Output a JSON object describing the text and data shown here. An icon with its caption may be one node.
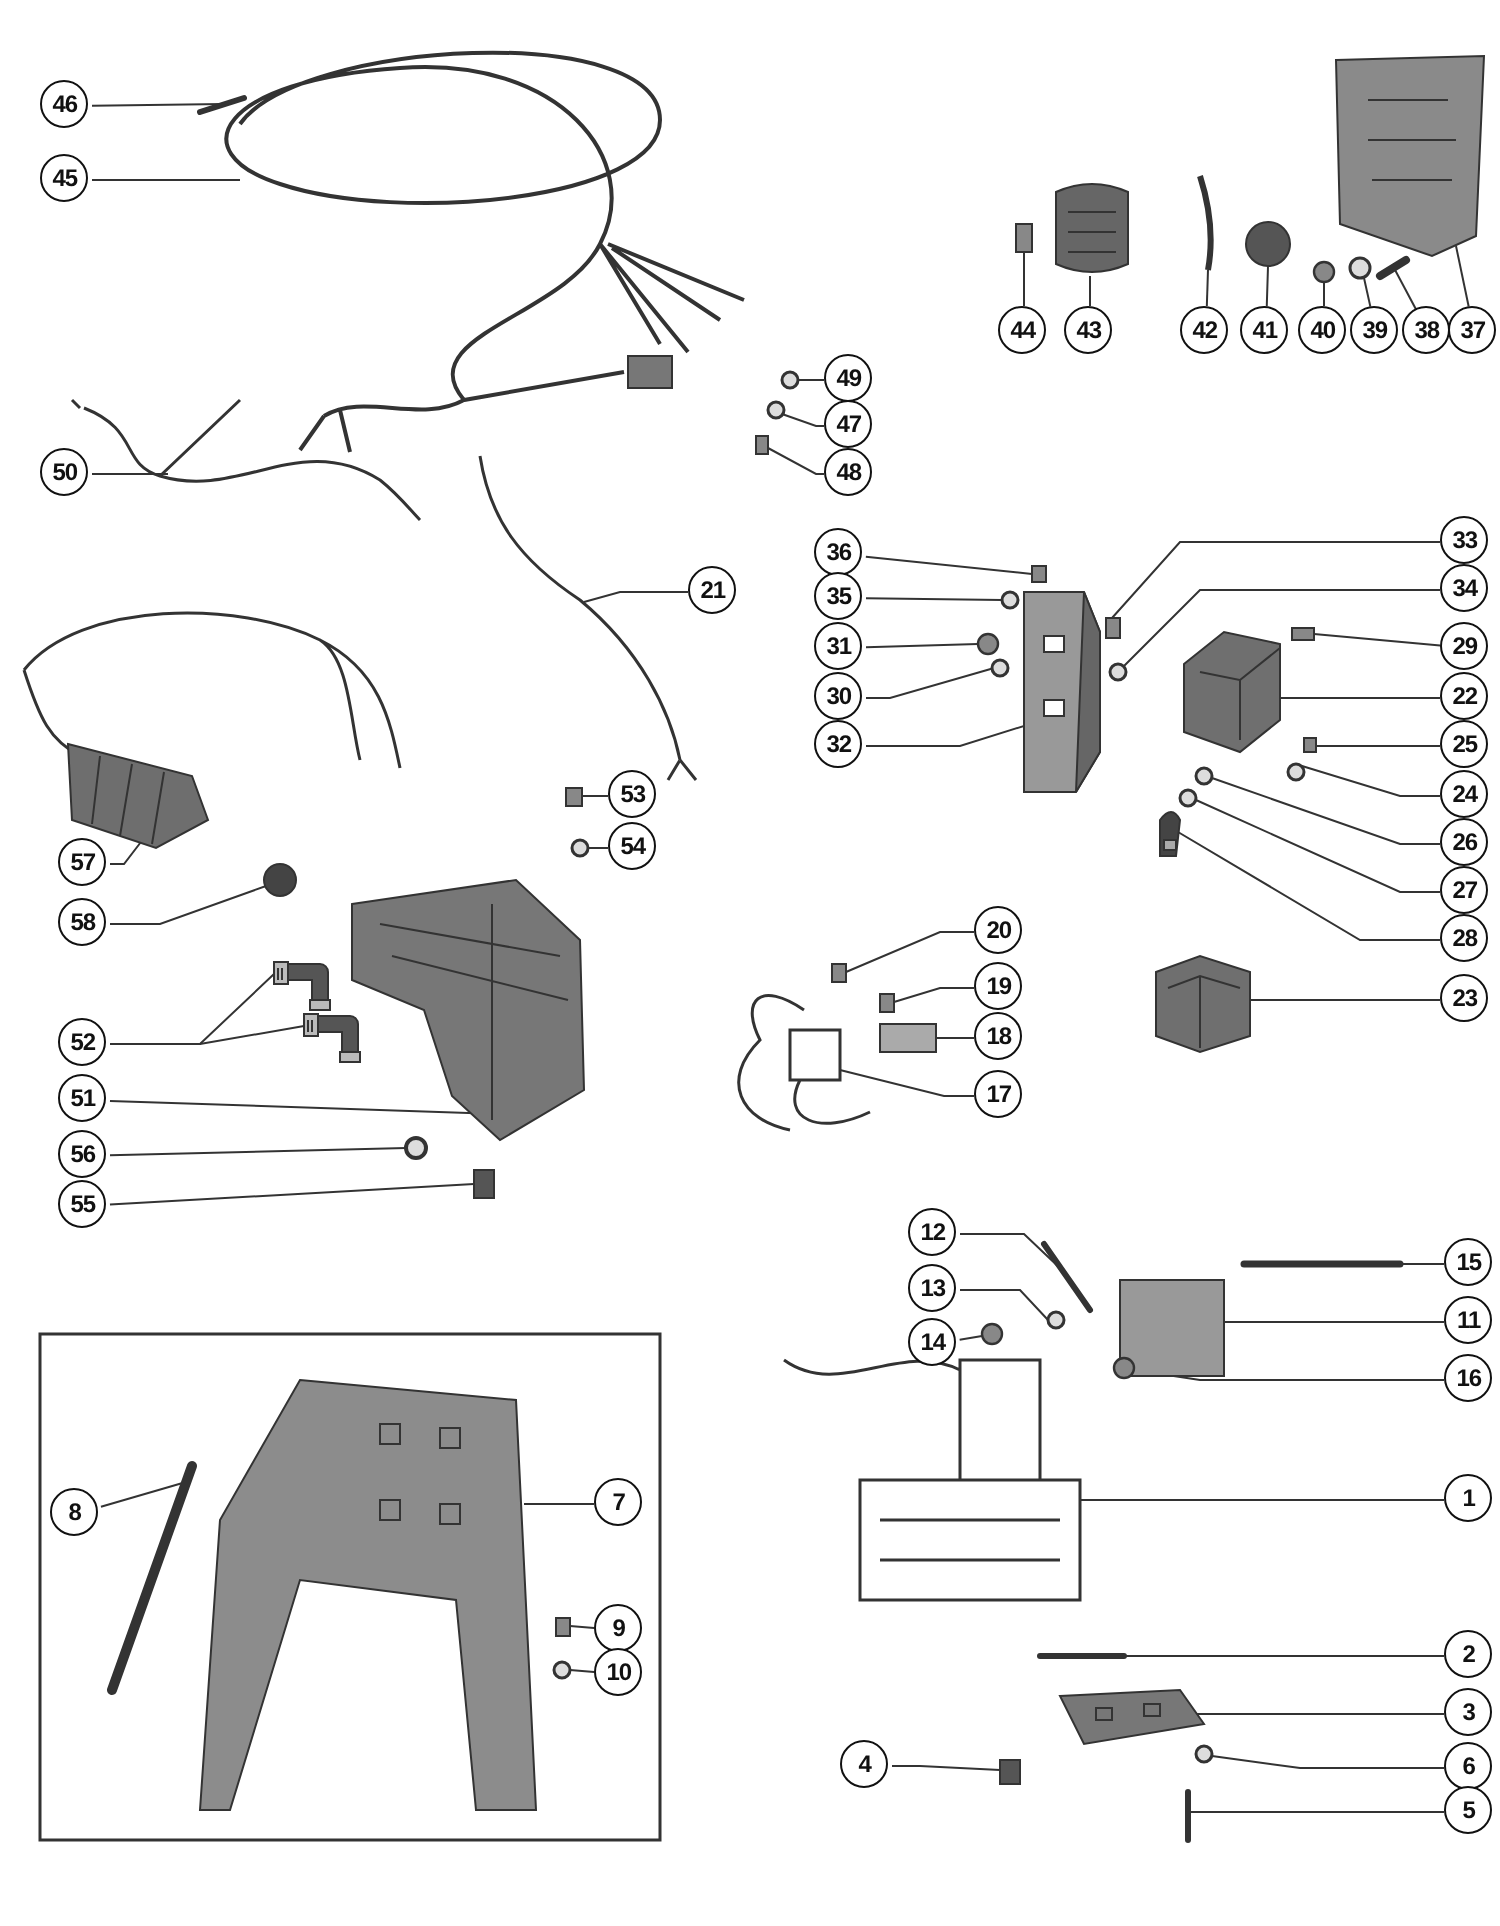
{
  "diagram": {
    "nodes": [
      {
        "text": [
          "46"
        ]
      },
      {
        "text": [
          "45"
        ]
      },
      {
        "text": [
          "44"
        ]
      },
      {
        "text": [
          "43"
        ]
      },
      {
        "text": [
          "42"
        ]
      },
      {
        "text": [
          "41"
        ]
      },
      {
        "text": [
          "40"
        ]
      },
      {
        "text": [
          "39"
        ]
      },
      {
        "text": [
          "38"
        ]
      },
      {
        "text": [
          "37"
        ]
      },
      {
        "text": [
          "49"
        ]
      },
      {
        "text": [
          "47"
        ]
      },
      {
        "text": [
          "48"
        ]
      },
      {
        "text": [
          "50"
        ]
      },
      {
        "text": [
          "21"
        ]
      },
      {
        "text": [
          "36"
        ]
      },
      {
        "text": [
          "33"
        ]
      },
      {
        "text": [
          "35"
        ]
      },
      {
        "text": [
          "34"
        ]
      },
      {
        "text": [
          "31"
        ]
      },
      {
        "text": [
          "29"
        ]
      },
      {
        "text": [
          "30"
        ]
      },
      {
        "text": [
          "22"
        ]
      },
      {
        "text": [
          "32"
        ]
      },
      {
        "text": [
          "25"
        ]
      },
      {
        "text": [
          "24"
        ]
      },
      {
        "text": [
          "26"
        ]
      },
      {
        "text": [
          "27"
        ]
      },
      {
        "text": [
          "57"
        ]
      },
      {
        "text": [
          "53"
        ]
      },
      {
        "text": [
          "54"
        ]
      },
      {
        "text": [
          "58"
        ]
      },
      {
        "text": [
          "28"
        ]
      },
      {
        "text": [
          "20"
        ]
      },
      {
        "text": [
          "19"
        ]
      },
      {
        "text": [
          "23"
        ]
      },
      {
        "text": [
          "18"
        ]
      },
      {
        "text": [
          "52"
        ]
      },
      {
        "text": [
          "17"
        ]
      },
      {
        "text": [
          "51"
        ]
      },
      {
        "text": [
          "56"
        ]
      },
      {
        "text": [
          "55"
        ]
      },
      {
        "text": [
          "12"
        ]
      },
      {
        "text": [
          "15"
        ]
      },
      {
        "text": [
          "13"
        ]
      },
      {
        "text": [
          "11"
        ]
      },
      {
        "text": [
          "14"
        ]
      },
      {
        "text": [
          "16"
        ]
      },
      {
        "text": [
          "1"
        ]
      },
      {
        "text": [
          "8"
        ]
      },
      {
        "text": [
          "7"
        ]
      },
      {
        "text": [
          "9"
        ]
      },
      {
        "text": [
          "10"
        ]
      },
      {
        "text": [
          "2"
        ]
      },
      {
        "text": [
          "3"
        ]
      },
      {
        "text": [
          "6"
        ]
      },
      {
        "text": [
          "4"
        ]
      },
      {
        "text": [
          "5"
        ]
      },
      {
        "text": [],
        "shape": "bar"
      },
      {
        "text": [],
        "shape": "picture"
      },
      {
        "text": [],
        "shape": "box"
      },
      {
        "text": [],
        "shape": "picture"
      },
      {
        "text": [],
        "shape": "picture"
      },
      {
        "text": [],
        "shape": "circle"
      },
      {
        "text": [],
        "shape": "circle"
      },
      {
        "text": [],
        "shape": "circle"
      },
      {
        "text": [],
        "shape": "bar"
      },
      {
        "text": [],
        "shape": "picture"
      },
      {
        "text": [],
        "shape": "circle"
      },
      {
        "text": [],
        "shape": "circle"
      },
      {
        "text": [],
        "shape": "box"
      },
      {
        "text": [],
        "shape": "picture"
      },
      {
        "text": [],
        "shape": "picture"
      },
      {
        "text": [],
        "shape": "box"
      },
      {
        "text": [],
        "shape": "box"
      },
      {
        "text": [],
        "shape": "circle"
      },
      {
        "text": [],
        "shape": "circle"
      },
      {
        "text": [],
        "shape": "circle"
      },
      {
        "text": [],
        "shape": "box"
      },
      {
        "text": [],
        "shape": "circle"
      },
      {
        "text": [],
        "shape": "picture"
      },
      {
        "text": [],
        "shape": "picture"
      },
      {
        "text": [],
        "shape": "box"
      },
      {
        "text": [],
        "shape": "circle"
      },
      {
        "text": [],
        "shape": "circle"
      },
      {
        "text": [],
        "shape": "circle"
      },
      {
        "text": [],
        "shape": "picture"
      },
      {
        "text": [],
        "shape": "box"
      },
      {
        "text": [],
        "shape": "circle"
      },
      {
        "text": [],
        "shape": "circle"
      },
      {
        "text": [],
        "shape": "picture"
      },
      {
        "text": [],
        "shape": "box"
      },
      {
        "text": [],
        "shape": "box"
      },
      {
        "text": [],
        "shape": "picture"
      },
      {
        "text": [],
        "shape": "box"
      },
      {
        "text": [],
        "shape": "picture"
      },
      {
        "text": [],
        "shape": "picture"
      },
      {
        "text": [],
        "shape": "picture"
      },
      {
        "text": [],
        "shape": "picture"
      },
      {
        "text": [],
        "shape": "circle"
      },
      {
        "text": [],
        "shape": "box"
      },
      {
        "text": [],
        "shape": "bar"
      },
      {
        "text": [],
        "shape": "bar"
      },
      {
        "text": [],
        "shape": "circle"
      },
      {
        "text": [],
        "shape": "box"
      },
      {
        "text": [],
        "shape": "circle"
      },
      {
        "text": [],
        "shape": "circle"
      },
      {
        "text": [],
        "shape": "picture"
      },
      {
        "text": [],
        "shape": "bar"
      },
      {
        "text": [],
        "shape": "picture"
      },
      {
        "text": [],
        "shape": "box"
      },
      {
        "text": [],
        "shape": "circle"
      },
      {
        "text": [],
        "shape": "bar"
      },
      {
        "text": [],
        "shape": "picture"
      },
      {
        "text": [],
        "shape": "circle"
      },
      {
        "text": [],
        "shape": "box"
      },
      {
        "text": [],
        "shape": "bar"
      }
    ],
    "edges": [
      {
        "from": 0,
        "to": 58,
        "arrow": "none"
      },
      {
        "from": 1,
        "to": 59,
        "arrow": "none"
      },
      {
        "from": 2,
        "to": 60,
        "arrow": "none"
      },
      {
        "from": 3,
        "to": 61,
        "arrow": "none"
      },
      {
        "from": 4,
        "to": 62,
        "arrow": "none"
      },
      {
        "from": 5,
        "to": 63,
        "arrow": "none"
      },
      {
        "from": 6,
        "to": 64,
        "arrow": "none"
      },
      {
        "from": 7,
        "to": 65,
        "arrow": "none"
      },
      {
        "from": 8,
        "to": 66,
        "arrow": "none"
      },
      {
        "from": 9,
        "to": 67,
        "arrow": "none"
      },
      {
        "from": 10,
        "to": 68,
        "arrow": "none"
      },
      {
        "from": 11,
        "to": 69,
        "arrow": "none"
      },
      {
        "from": 12,
        "to": 70,
        "arrow": "none"
      },
      {
        "from": 13,
        "to": 71,
        "arrow": "none"
      },
      {
        "from": 14,
        "to": 72,
        "arrow": "none"
      },
      {
        "from": 15,
        "to": 73,
        "arrow": "none"
      },
      {
        "from": 16,
        "to": 74,
        "arrow": "none"
      },
      {
        "from": 17,
        "to": 75,
        "arrow": "none"
      },
      {
        "from": 18,
        "to": 76,
        "arrow": "none"
      },
      {
        "from": 19,
        "to": 77,
        "arrow": "none"
      },
      {
        "from": 20,
        "to": 78,
        "arrow": "none"
      },
      {
        "from": 21,
        "to": 79,
        "arrow": "none"
      },
      {
        "from": 22,
        "to": 80,
        "arrow": "none"
      },
      {
        "from": 23,
        "to": 81,
        "arrow": "none"
      },
      {
        "from": 24,
        "to": 82,
        "arrow": "none"
      },
      {
        "from": 25,
        "to": 83,
        "arrow": "none"
      },
      {
        "from": 26,
        "to": 84,
        "arrow": "none"
      },
      {
        "from": 27,
        "to": 85,
        "arrow": "none"
      },
      {
        "from": 28,
        "to": 86,
        "arrow": "none"
      },
      {
        "from": 29,
        "to": 87,
        "arrow": "none"
      },
      {
        "from": 30,
        "to": 88,
        "arrow": "none"
      },
      {
        "from": 31,
        "to": 89,
        "arrow": "none"
      },
      {
        "from": 32,
        "to": 90,
        "arrow": "none"
      },
      {
        "from": 33,
        "to": 91,
        "arrow": "none"
      },
      {
        "from": 34,
        "to": 92,
        "arrow": "none"
      },
      {
        "from": 35,
        "to": 93,
        "arrow": "none"
      },
      {
        "from": 36,
        "to": 94,
        "arrow": "none"
      },
      {
        "from": 37,
        "to": 95,
        "arrow": "none"
      },
      {
        "from": 37,
        "to": 96,
        "arrow": "none"
      },
      {
        "from": 38,
        "to": 97,
        "arrow": "none"
      },
      {
        "from": 39,
        "to": 98,
        "arrow": "none"
      },
      {
        "from": 40,
        "to": 99,
        "arrow": "none"
      },
      {
        "from": 41,
        "to": 100,
        "arrow": "none"
      },
      {
        "from": 42,
        "to": 101,
        "arrow": "none"
      },
      {
        "from": 43,
        "to": 102,
        "arrow": "none"
      },
      {
        "from": 44,
        "to": 103,
        "arrow": "none"
      },
      {
        "from": 45,
        "to": 104,
        "arrow": "none"
      },
      {
        "from": 46,
        "to": 105,
        "arrow": "none"
      },
      {
        "from": 47,
        "to": 106,
        "arrow": "none"
      },
      {
        "from": 48,
        "to": 107,
        "arrow": "none"
      },
      {
        "from": 49,
        "to": 108,
        "arrow": "none"
      },
      {
        "from": 50,
        "to": 109,
        "arrow": "none"
      },
      {
        "from": 51,
        "to": 110,
        "arrow": "none"
      },
      {
        "from": 52,
        "to": 111,
        "arrow": "none"
      },
      {
        "from": 53,
        "to": 112,
        "arrow": "none"
      },
      {
        "from": 54,
        "to": 113,
        "arrow": "none"
      },
      {
        "from": 55,
        "to": 114,
        "arrow": "none"
      },
      {
        "from": 56,
        "to": 115,
        "arrow": "none"
      },
      {
        "from": 57,
        "to": 116,
        "arrow": "none"
      }
    ]
  }
}
